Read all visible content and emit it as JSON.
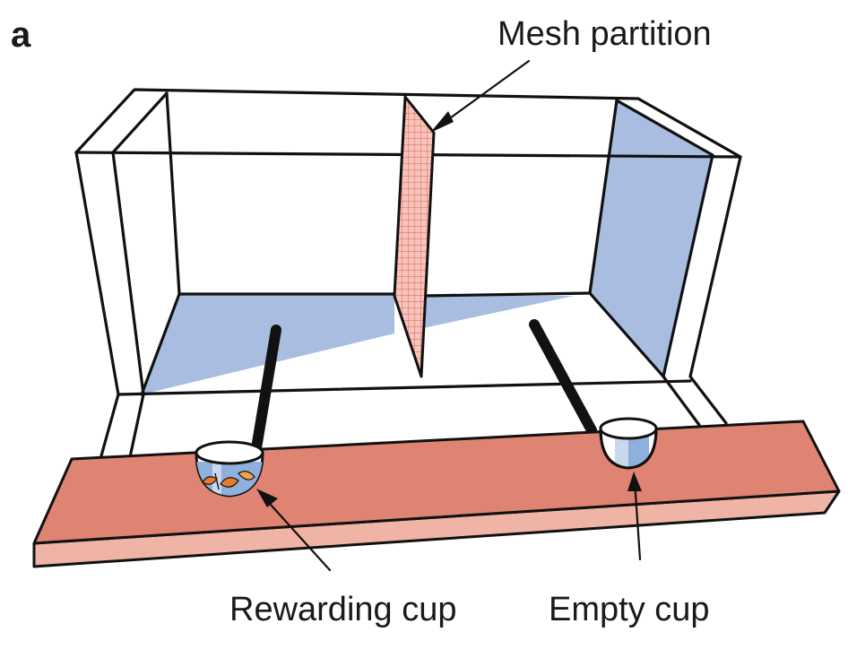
{
  "panel_letter": "a",
  "labels": {
    "mesh_partition": "Mesh partition",
    "rewarding_cup": "Rewarding cup",
    "empty_cup": "Empty cup"
  },
  "colors": {
    "wall_blue": "#a8bde0",
    "floor_blue": "#a8bde0",
    "mesh_pink": "#f3b4aa",
    "mesh_line": "#e0574a",
    "board_top": "#df8472",
    "board_front": "#f0b4a6",
    "cup_blue": "#8fb0dc",
    "food_orange": "#e87a2a",
    "outline": "#111111"
  }
}
